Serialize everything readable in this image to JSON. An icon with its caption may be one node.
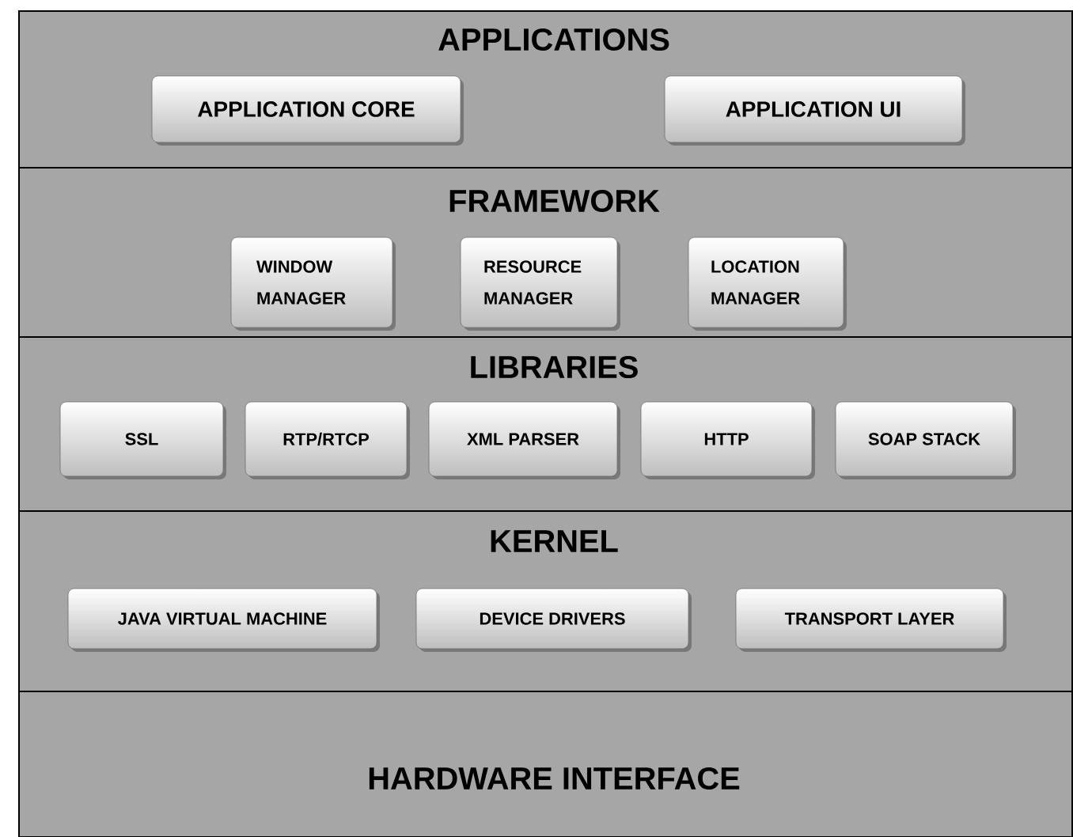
{
  "diagram": {
    "nodes": [
      {
        "text": [
          "APPLICATIONS"
        ]
      },
      {
        "text": [
          "APPLICATION CORE"
        ],
        "in": 0
      },
      {
        "text": [
          "APPLICATION UI"
        ],
        "in": 0
      },
      {
        "text": [
          "FRAMEWORK"
        ]
      },
      {
        "text": [
          "WINDOW MANAGER"
        ],
        "in": 3
      },
      {
        "text": [
          "RESOURCE MANAGER"
        ],
        "in": 3
      },
      {
        "text": [
          "LOCATION MANAGER"
        ],
        "in": 3
      },
      {
        "text": [
          "LIBRARIES"
        ]
      },
      {
        "text": [
          "SSL"
        ],
        "in": 7
      },
      {
        "text": [
          "RTP/RTCP"
        ],
        "in": 7
      },
      {
        "text": [
          "XML PARSER"
        ],
        "in": 7
      },
      {
        "text": [
          "HTTP"
        ],
        "in": 7
      },
      {
        "text": [
          "SOAP STACK"
        ],
        "in": 7
      },
      {
        "text": [
          "KERNEL"
        ]
      },
      {
        "text": [
          "JAVA  VIRTUAL MACHINE"
        ],
        "in": 13
      },
      {
        "text": [
          "DEVICE DRIVERS"
        ],
        "in": 13
      },
      {
        "text": [
          "TRANSPORT LAYER"
        ],
        "in": 13
      },
      {
        "text": [
          "HARDWARE INTERFACE"
        ]
      }
    ],
    "edges": []
  }
}
